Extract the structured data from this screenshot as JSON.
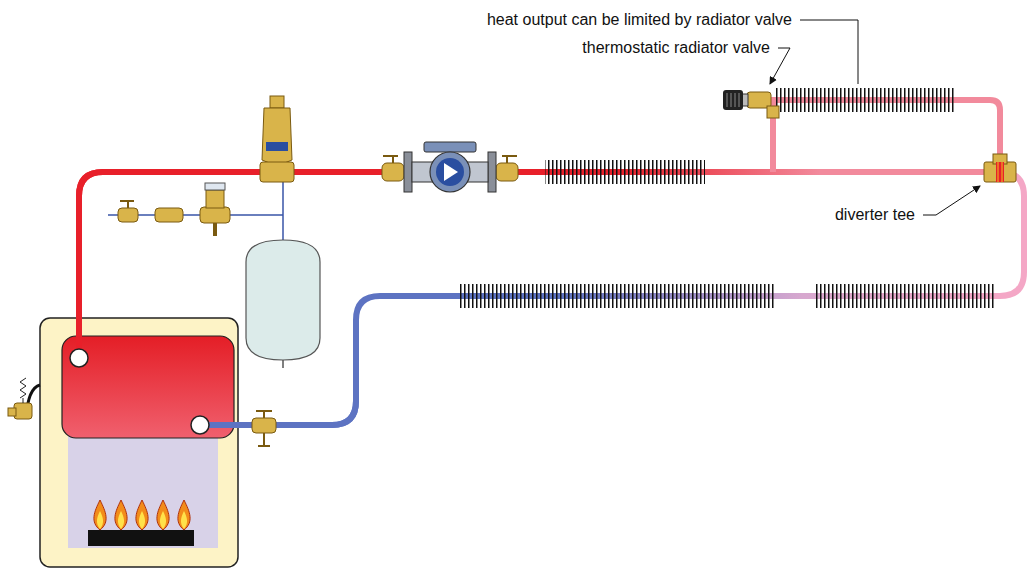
{
  "diagram": {
    "labels": [
      "heat output can be limited by radiator valve",
      "thermostatic radiator valve",
      "diverter tee"
    ]
  }
}
